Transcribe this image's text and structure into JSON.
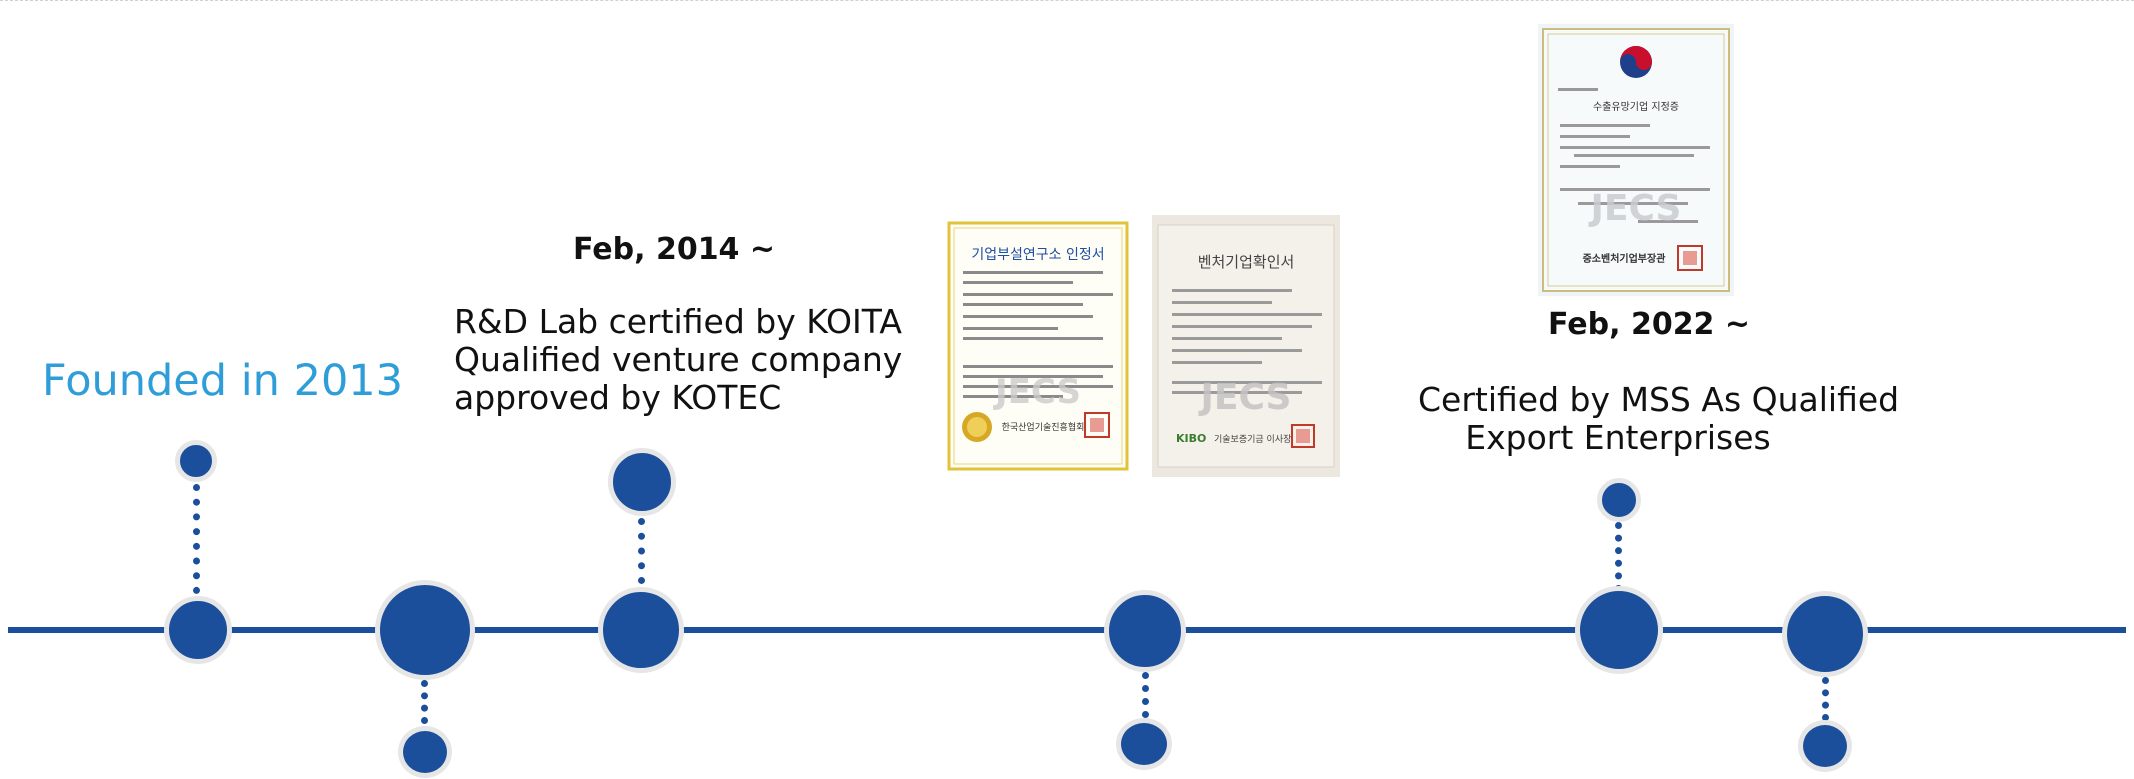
{
  "timeline": {
    "founded_label": "Founded in 2013",
    "milestone_2014": {
      "date": "Feb, 2014 ~",
      "lines": [
        "R&D Lab certified by KOITA",
        "Qualified venture company",
        "approved by KOTEC"
      ]
    },
    "milestone_2022": {
      "date": "Feb, 2022 ~",
      "lines": [
        "Certified by MSS As Qualified",
        "Export Enterprises"
      ]
    }
  },
  "certificates": {
    "koita": {
      "title": "기업부설연구소 인정서",
      "issuer": "한국산업기술진흥협회",
      "watermark": "JECS"
    },
    "kotec": {
      "title": "벤처기업확인서",
      "issuer": "기술보증기금 이사장",
      "logo_text": "KIBO",
      "watermark": "JECS"
    },
    "mss": {
      "title": "수출유망기업 지정증",
      "issuer": "중소벤처기업부장관",
      "watermark": "JECS"
    }
  },
  "colors": {
    "timeline": "#1b4f9c",
    "accent": "#2f9ed8"
  }
}
